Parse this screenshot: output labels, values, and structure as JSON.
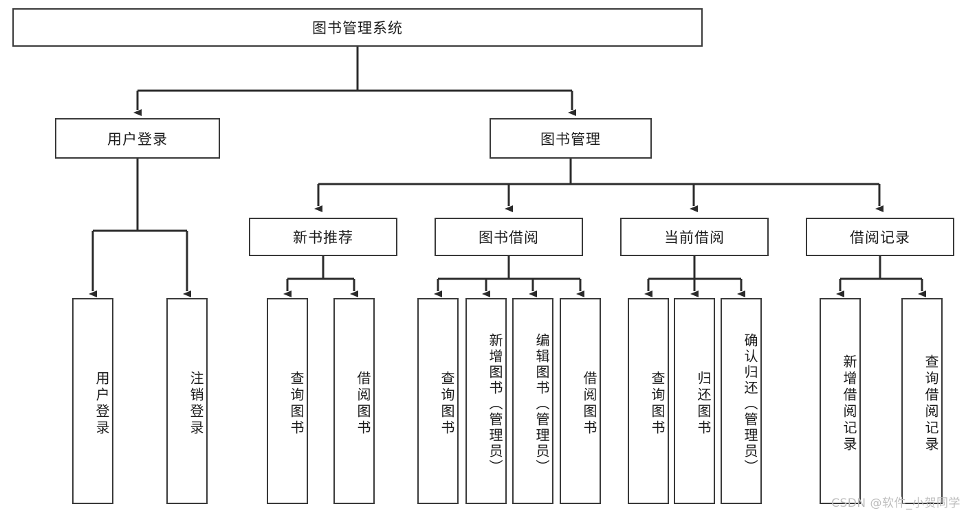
{
  "diagram": {
    "title": "图书管理系统",
    "type": "tree-hierarchy-diagram",
    "watermark": "CSDN @软件_小贺同学",
    "colors": {
      "box_border": "#3a3a3a",
      "box_fill": "#ffffff",
      "connector": "#2b2b2b",
      "text": "#1c1c1c",
      "watermark": "#bdbdbd"
    },
    "levels": {
      "root": {
        "label": "图书管理系统"
      },
      "level2": [
        {
          "label": "用户登录"
        },
        {
          "label": "图书管理"
        }
      ],
      "level3": [
        {
          "label": "新书推荐"
        },
        {
          "label": "图书借阅"
        },
        {
          "label": "当前借阅"
        },
        {
          "label": "借阅记录"
        }
      ]
    },
    "leaves": {
      "user_login": [
        {
          "label": "用户登录"
        },
        {
          "label": "注销登录"
        }
      ],
      "new_book_recommend": [
        {
          "label": "查询图书"
        },
        {
          "label": "借阅图书"
        }
      ],
      "book_borrow": [
        {
          "label": "查询图书"
        },
        {
          "label": "新增图书（管理员）"
        },
        {
          "label": "编辑图书（管理员）"
        },
        {
          "label": "借阅图书"
        }
      ],
      "current_borrow": [
        {
          "label": "查询图书"
        },
        {
          "label": "归还图书"
        },
        {
          "label": "确认归还（管理员）"
        }
      ],
      "borrow_record": [
        {
          "label": "新增借阅记录"
        },
        {
          "label": "查询借阅记录"
        }
      ]
    }
  }
}
